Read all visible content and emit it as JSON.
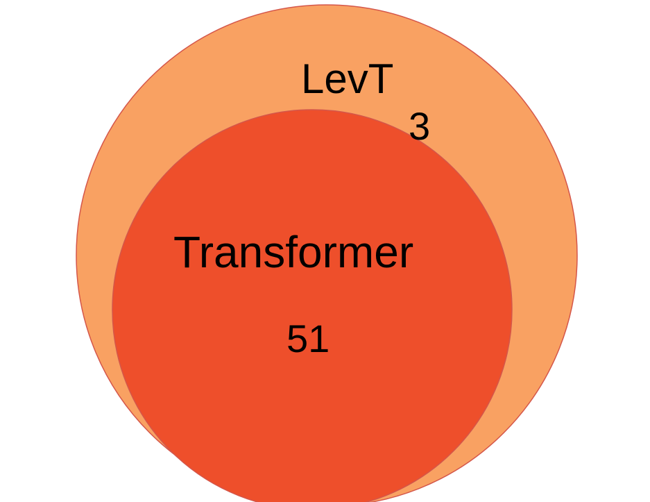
{
  "diagram": {
    "type": "venn",
    "sets": [
      {
        "id": "outer",
        "label": "LevT",
        "count": "3",
        "color": "#F9A162"
      },
      {
        "id": "inner",
        "label": "Transformer",
        "count": "51",
        "color": "#EE4F2B"
      }
    ],
    "stroke_color": "#D4564A"
  }
}
